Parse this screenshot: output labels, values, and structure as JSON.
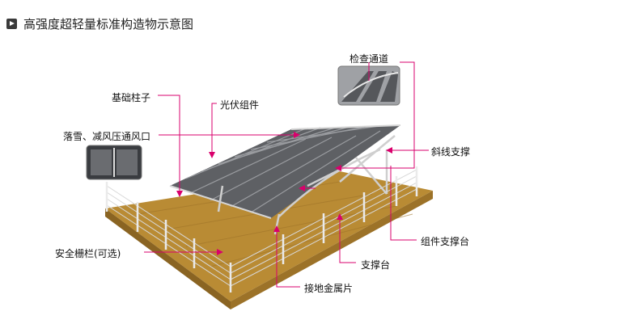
{
  "title": "高强度超轻量标准构造物示意图",
  "labels": {
    "inspection_channel": "检查通道",
    "foundation_column": "基础柱子",
    "pv_module": "光伏组件",
    "snow_vent": "落雪、减风压通风口",
    "diagonal_brace": "斜线支撑",
    "module_support_stand": "组件支撑台",
    "safety_fence": "安全栅栏(可选)",
    "support_stand": "支撑台",
    "ground_plate": "接地金属片"
  },
  "colors": {
    "leader": "#d9006c",
    "ground": "#b8892f",
    "ground_dark": "#8a6422",
    "panel": "#6d6f73",
    "panel_dark": "#4a4c50",
    "frame": "#d8d8d8"
  }
}
